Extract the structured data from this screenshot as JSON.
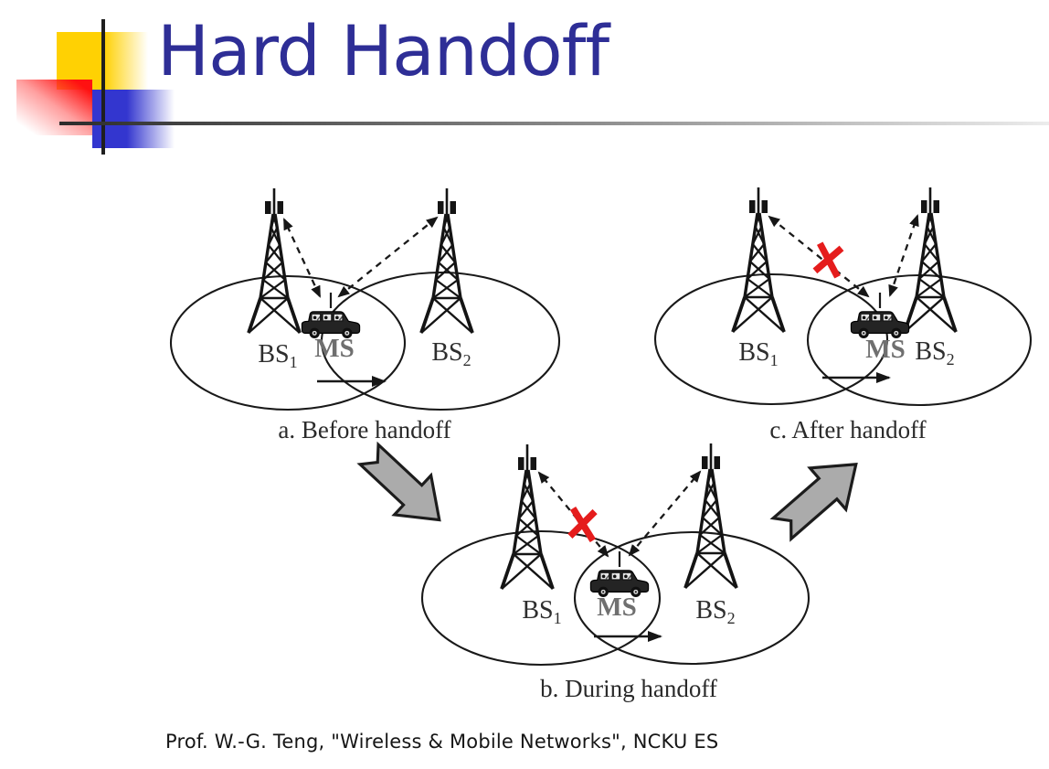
{
  "slide": {
    "title": "Hard Handoff",
    "footer": "Prof. W.-G. Teng, \"Wireless & Mobile Networks\", NCKU ES"
  },
  "labels": {
    "bs": "BS",
    "sub1": "1",
    "sub2": "2",
    "ms": "MS"
  },
  "diagrams": {
    "before": {
      "caption": "a. Before handoff"
    },
    "during": {
      "caption": "b. During handoff"
    },
    "after": {
      "caption": "c. After handoff"
    }
  },
  "icons": {
    "tower": "bs-lattice-tower-icon",
    "car": "ms-car-icon",
    "blocked": "blocked-link-x-icon",
    "signal": "signal-dashed-arrow",
    "motion": "motion-arrow",
    "flow": "flow-block-arrow"
  },
  "colors": {
    "title_text": "#2e2e96",
    "accent_yellow": "#ffd103",
    "accent_red": "#ff1111",
    "accent_blue": "#3336cf",
    "blocked_x_red": "#e51c1c",
    "flow_arrow_gray": "#ababab",
    "ink": "#191919"
  }
}
